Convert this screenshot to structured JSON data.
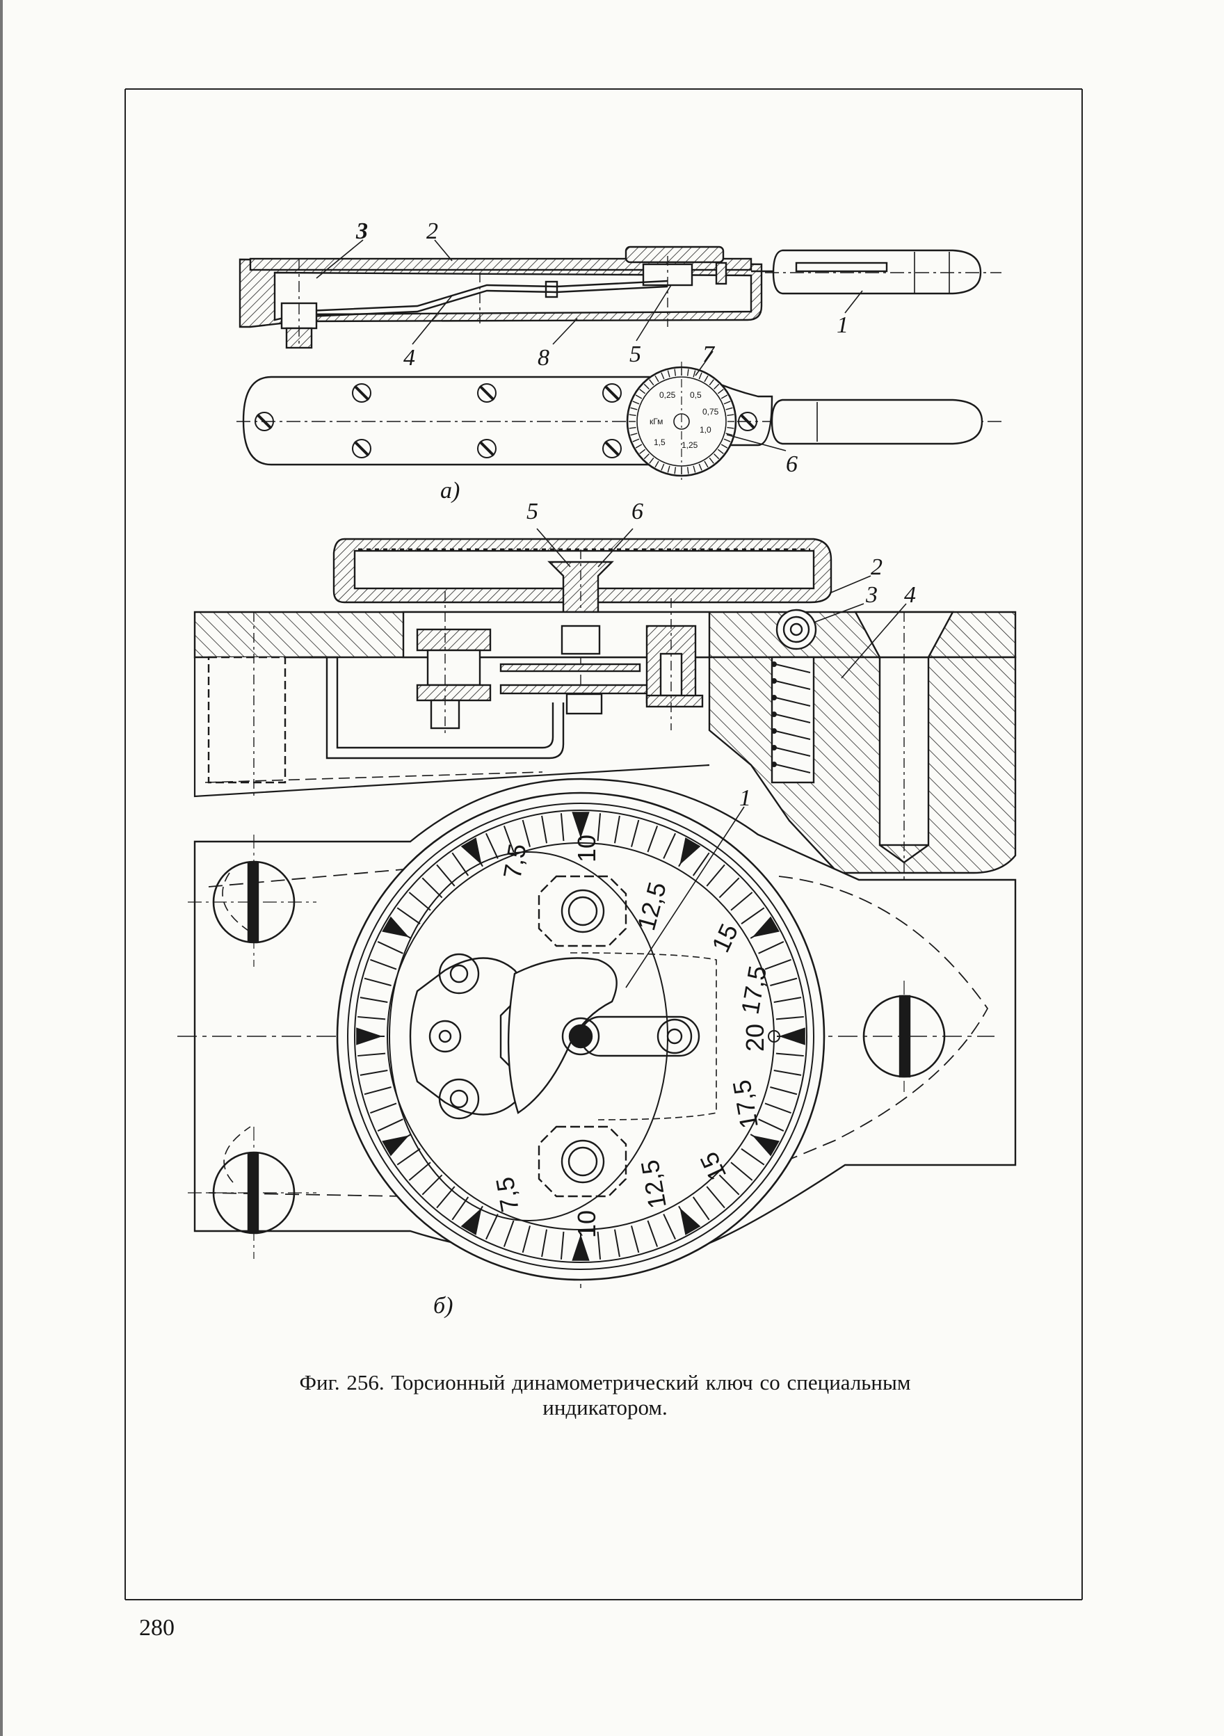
{
  "figure": {
    "view_a_label": "а)",
    "view_b_label": "б)",
    "callouts_a": [
      "3",
      "2",
      "1",
      "4",
      "8",
      "5",
      "7",
      "6"
    ],
    "callouts_b": [
      "5",
      "6",
      "2",
      "3",
      "4",
      "1"
    ],
    "mini_dial_labels": [
      "0,25",
      "0,5",
      "0,75",
      "1,0",
      "1,25",
      "1,5",
      "кГм"
    ],
    "dial_scale_upper": [
      "7,5",
      "10",
      "12,5",
      "15",
      "17,5",
      "20"
    ],
    "dial_scale_lower": [
      "17,5",
      "15",
      "12,5",
      "10",
      "7,5"
    ]
  },
  "caption": {
    "line1": "Фиг. 256. Торсионный динамометрический ключ со специальным",
    "line2": "индикатором."
  },
  "page_number": "280"
}
